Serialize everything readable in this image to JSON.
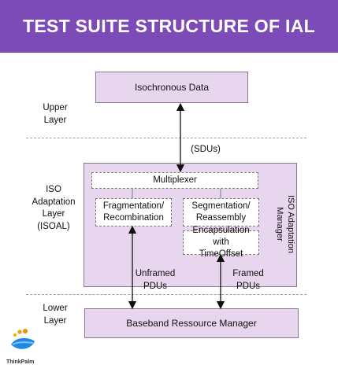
{
  "banner": {
    "title": "TEST SUITE STRUCTURE OF IAL",
    "color": "#7c4bb8"
  },
  "layers": {
    "upper": [
      "Upper",
      "Layer"
    ],
    "isoal": [
      "ISO",
      "Adaptation",
      "Layer",
      "(ISOAL)"
    ],
    "lower": [
      "Lower",
      "Layer"
    ]
  },
  "blocks": {
    "isochronous_data": "Isochronous Data",
    "multiplexer": "Multiplexer",
    "fragmentation": [
      "Fragmentation/",
      "Recombination"
    ],
    "segmentation": [
      "Segmentation/",
      "Reassembly"
    ],
    "encapsulation": [
      "Encapsulation with",
      "TimeOffset"
    ],
    "iso_adaptation_manager": [
      "ISO Adaptation",
      "Manager"
    ],
    "baseband": "Baseband Ressource Manager"
  },
  "flows": {
    "sdus": "(SDUs)",
    "unframed": [
      "Unframed",
      "PDUs"
    ],
    "framed": [
      "Framed",
      "PDUs"
    ]
  },
  "logo": {
    "name": "ThinkPalm"
  },
  "colors": {
    "box_fill": "#e8d6ef",
    "box_border": "#8b7694"
  }
}
